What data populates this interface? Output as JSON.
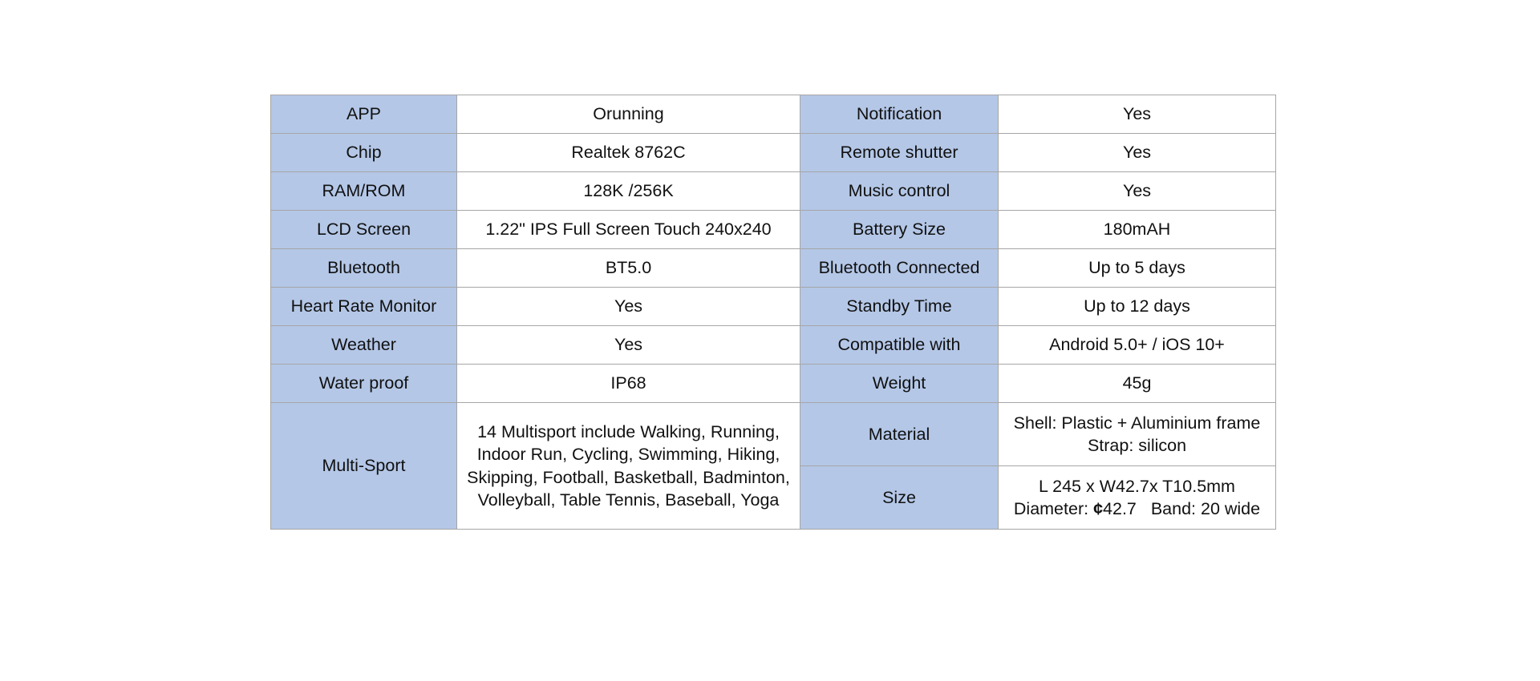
{
  "table": {
    "colors": {
      "label_background": "#b4c7e7",
      "value_background": "#ffffff",
      "border": "#a6a6a6",
      "text": "#111111"
    },
    "rows": [
      {
        "label_left": "APP",
        "value_left": "Orunning",
        "label_right": "Notification",
        "value_right": "Yes"
      },
      {
        "label_left": "Chip",
        "value_left": "Realtek 8762C",
        "label_right": "Remote shutter",
        "value_right": "Yes"
      },
      {
        "label_left": "RAM/ROM",
        "value_left": "128K /256K",
        "label_right": "Music control",
        "value_right": "Yes"
      },
      {
        "label_left": "LCD Screen",
        "value_left": "1.22\" IPS Full Screen Touch    240x240",
        "label_right": "Battery Size",
        "value_right": "180mAH"
      },
      {
        "label_left": "Bluetooth",
        "value_left": "BT5.0",
        "label_right": "Bluetooth Connected",
        "value_right": "Up to 5 days"
      },
      {
        "label_left": "Heart Rate Monitor",
        "value_left": "Yes",
        "label_right": "Standby Time",
        "value_right": "Up to 12 days"
      },
      {
        "label_left": "Weather",
        "value_left": "Yes",
        "label_right": "Compatible with",
        "value_right": "Android 5.0+ / iOS 10+"
      },
      {
        "label_left": "Water proof",
        "value_left": "IP68",
        "label_right": "Weight",
        "value_right": "45g"
      }
    ],
    "multisport": {
      "label": "Multi-Sport",
      "lines": [
        "14 Multisport include Walking, Running,",
        "Indoor Run, Cycling, Swimming, Hiking,",
        "Skipping, Football, Basketball, Badminton,",
        "Volleyball, Table Tennis, Baseball, Yoga"
      ]
    },
    "material": {
      "label": "Material",
      "lines": [
        "Shell: Plastic + Aluminium frame",
        "Strap:  silicon"
      ]
    },
    "size": {
      "label": "Size",
      "line1": "L 245 x W42.7x T10.5mm",
      "line2_prefix": "Diameter:",
      "diameter_symbol": "¢",
      "diameter_value": "42.7",
      "line2_suffix": "Band: 20 wide"
    }
  }
}
